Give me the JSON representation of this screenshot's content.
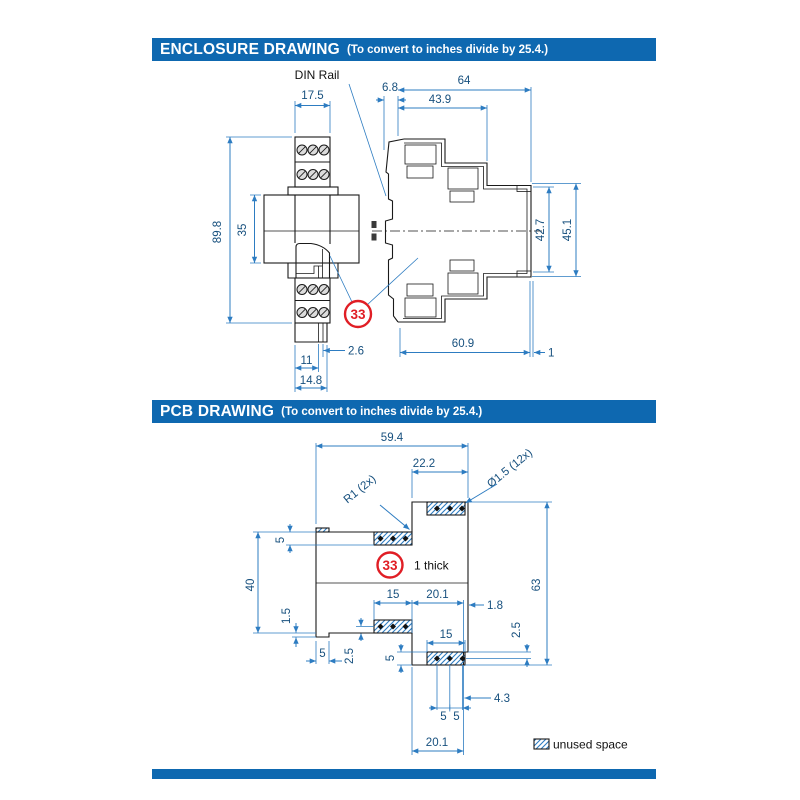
{
  "colors": {
    "header_blue": "#0e68b0",
    "dim_blue": "#2d7cc1",
    "dim_text": "#17507e",
    "line_black": "#1a1a1a",
    "balloon_red": "#e01e25"
  },
  "enclosure": {
    "header": {
      "title": "ENCLOSURE DRAWING",
      "subtitle": "(To convert to inches divide by 25.4.)"
    },
    "din_rail": "DIN Rail",
    "balloon": "33",
    "front": {
      "width": "17.5",
      "height": "89.8",
      "body_height": "35",
      "slot": "2.6",
      "tab_inner": "11",
      "tab_outer": "14.8"
    },
    "side": {
      "rail_offset": "6.8",
      "depth": "64",
      "upper_depth": "43.9",
      "front_height_inner": "42.7",
      "front_height_outer": "45.1",
      "lower_depth": "60.9",
      "lip": "1"
    }
  },
  "pcb": {
    "header": {
      "title": "PCB DRAWING",
      "subtitle": "(To convert to inches divide by 25.4.)"
    },
    "balloon": "33",
    "thickness_note": "1 thick",
    "radius_note": "R1 (2x)",
    "hole_note": "Ø1.5 (12x)",
    "dims": {
      "overall_width": "59.4",
      "right_width": "22.2",
      "top_strip": "5",
      "left_height": "40",
      "left_tab_h": "1.5",
      "left_tab_w": "5",
      "hatch_left_w": "15",
      "bottom_width": "20.1",
      "edge_step": "1.8",
      "overall_height": "63",
      "right_offset": "2.5",
      "hatch_bottom_w": "15",
      "hatch_bottom_h": "5",
      "left_offset": "2.5",
      "hole_edge": "4.3",
      "pitch_a": "5",
      "pitch_b": "5",
      "bottom_width2": "20.1"
    },
    "legend": "unused space"
  }
}
